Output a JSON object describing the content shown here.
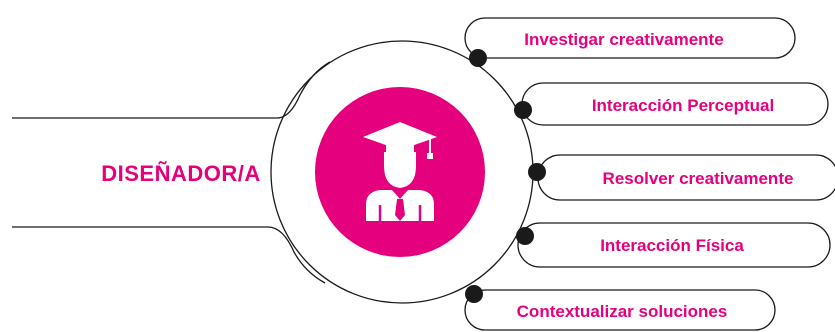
{
  "role": {
    "label": "DISEÑADOR/A"
  },
  "colors": {
    "accent": "#e5007e",
    "line": "#1a1a1a",
    "background": "#ffffff"
  },
  "center_icon": {
    "name": "graduate-icon"
  },
  "skills": [
    {
      "label": "Investigar creativamente"
    },
    {
      "label": "Interacción Perceptual"
    },
    {
      "label": "Resolver creativamente"
    },
    {
      "label": "Interacción Física"
    },
    {
      "label": "Contextualizar soluciones"
    }
  ]
}
